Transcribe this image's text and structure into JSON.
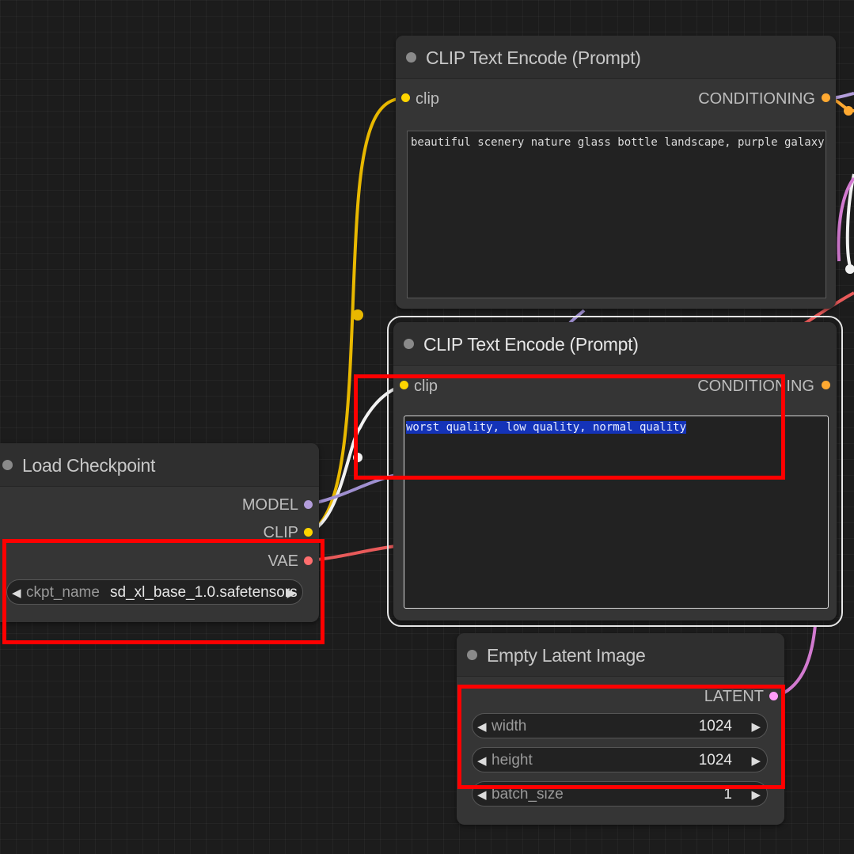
{
  "clip_node_1": {
    "title": "CLIP Text Encode (Prompt)",
    "input": "clip",
    "output": "CONDITIONING",
    "text": "beautiful scenery nature glass bottle landscape, purple galaxy bottle"
  },
  "clip_node_2": {
    "title": "CLIP Text Encode (Prompt)",
    "input": "clip",
    "output": "CONDITIONING",
    "text": "worst quality, low quality, normal quality"
  },
  "load_checkpoint": {
    "title": "Load Checkpoint",
    "outputs": [
      "MODEL",
      "CLIP",
      "VAE"
    ],
    "widget_label": "ckpt_name",
    "widget_value": "sd_xl_base_1.0.safetensors"
  },
  "empty_latent": {
    "title": "Empty Latent Image",
    "output": "LATENT",
    "widgets": [
      {
        "label": "width",
        "value": "1024"
      },
      {
        "label": "height",
        "value": "1024"
      },
      {
        "label": "batch_size",
        "value": "1"
      }
    ]
  },
  "colors": {
    "clip": "#ffd500",
    "conditioning": "#ffa931",
    "model": "#b39ddb",
    "vae": "#ff6e6e",
    "latent": "#ff9cf9",
    "highlight": "#ff0000"
  }
}
